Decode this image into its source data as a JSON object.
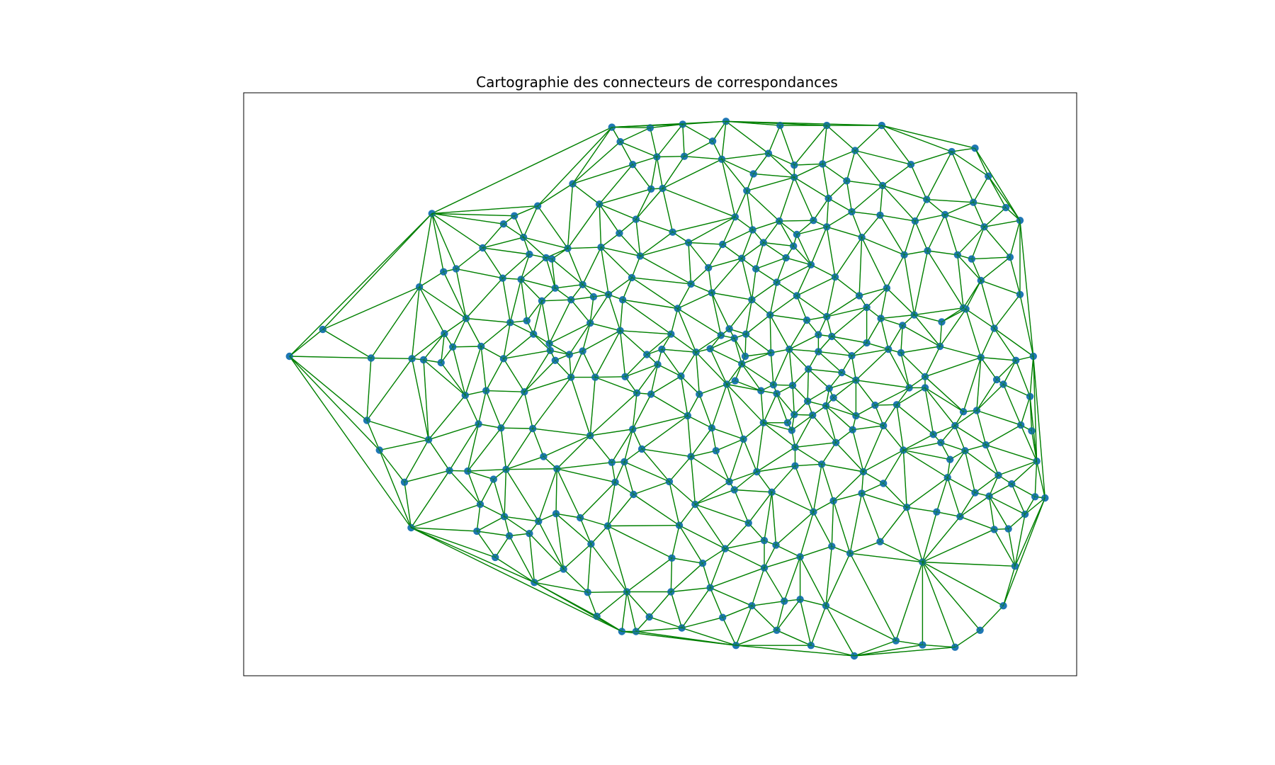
{
  "title": "Cartographie des connecteurs de correspondances",
  "colors": {
    "edge": "#008000",
    "node": "#1f77b4",
    "frame": "#000000",
    "background": "#ffffff"
  },
  "network": {
    "type": "triangulated-mesh",
    "node_shape": "circle",
    "axes_ticks": "none",
    "grid": false,
    "nodes": [
      [
        0.055,
        0.452
      ],
      [
        0.095,
        0.406
      ],
      [
        0.148,
        0.562
      ],
      [
        0.153,
        0.455
      ],
      [
        0.163,
        0.613
      ],
      [
        0.202,
        0.456
      ],
      [
        0.216,
        0.458
      ],
      [
        0.251,
        0.436
      ],
      [
        0.201,
        0.746
      ],
      [
        0.193,
        0.668
      ],
      [
        0.222,
        0.595
      ],
      [
        0.247,
        0.648
      ],
      [
        0.269,
        0.649
      ],
      [
        0.266,
        0.519
      ],
      [
        0.24,
        0.307
      ],
      [
        0.226,
        0.207
      ],
      [
        0.211,
        0.333
      ],
      [
        0.237,
        0.463
      ],
      [
        0.241,
        0.413
      ],
      [
        0.267,
        0.387
      ],
      [
        0.255,
        0.302
      ],
      [
        0.28,
        0.752
      ],
      [
        0.313,
        0.727
      ],
      [
        0.354,
        0.735
      ],
      [
        0.282,
        0.568
      ],
      [
        0.285,
        0.435
      ],
      [
        0.291,
        0.511
      ],
      [
        0.309,
        0.575
      ],
      [
        0.312,
        0.456
      ],
      [
        0.32,
        0.394
      ],
      [
        0.337,
        0.513
      ],
      [
        0.34,
        0.391
      ],
      [
        0.315,
        0.646
      ],
      [
        0.3,
        0.663
      ],
      [
        0.36,
        0.624
      ],
      [
        0.376,
        0.645
      ],
      [
        0.374,
        0.459
      ],
      [
        0.391,
        0.449
      ],
      [
        0.347,
        0.576
      ],
      [
        0.333,
        0.32
      ],
      [
        0.358,
        0.357
      ],
      [
        0.367,
        0.43
      ],
      [
        0.393,
        0.488
      ],
      [
        0.422,
        0.488
      ],
      [
        0.407,
        0.443
      ],
      [
        0.416,
        0.588
      ],
      [
        0.442,
        0.634
      ],
      [
        0.457,
        0.633
      ],
      [
        0.467,
        0.577
      ],
      [
        0.489,
        0.517
      ],
      [
        0.472,
        0.515
      ],
      [
        0.484,
        0.449
      ],
      [
        0.502,
        0.44
      ],
      [
        0.513,
        0.414
      ],
      [
        0.521,
        0.37
      ],
      [
        0.547,
        0.517
      ],
      [
        0.562,
        0.575
      ],
      [
        0.56,
        0.439
      ],
      [
        0.58,
        0.5
      ],
      [
        0.598,
        0.465
      ],
      [
        0.621,
        0.511
      ],
      [
        0.64,
        0.516
      ],
      [
        0.653,
        0.566
      ],
      [
        0.655,
        0.44
      ],
      [
        0.69,
        0.415
      ],
      [
        0.708,
        0.523
      ],
      [
        0.7,
        0.384
      ],
      [
        0.73,
        0.451
      ],
      [
        0.735,
        0.493
      ],
      [
        0.748,
        0.429
      ],
      [
        0.765,
        0.387
      ],
      [
        0.774,
        0.44
      ],
      [
        0.758,
        0.536
      ],
      [
        0.799,
        0.506
      ],
      [
        0.818,
        0.487
      ],
      [
        0.836,
        0.435
      ],
      [
        0.867,
        0.371
      ],
      [
        0.88,
        0.545
      ],
      [
        0.866,
        0.614
      ],
      [
        0.878,
        0.686
      ],
      [
        0.901,
        0.749
      ],
      [
        0.918,
        0.748
      ],
      [
        0.938,
        0.723
      ],
      [
        0.95,
        0.693
      ],
      [
        0.962,
        0.695
      ],
      [
        0.952,
        0.632
      ],
      [
        0.946,
        0.58
      ],
      [
        0.944,
        0.521
      ],
      [
        0.948,
        0.452
      ],
      [
        0.904,
        0.492
      ],
      [
        0.891,
        0.604
      ],
      [
        0.906,
        0.656
      ],
      [
        0.922,
        0.671
      ],
      [
        0.926,
        0.812
      ],
      [
        0.912,
        0.88
      ],
      [
        0.884,
        0.922
      ],
      [
        0.854,
        0.951
      ],
      [
        0.815,
        0.947
      ],
      [
        0.783,
        0.94
      ],
      [
        0.733,
        0.966
      ],
      [
        0.681,
        0.948
      ],
      [
        0.668,
        0.869
      ],
      [
        0.591,
        0.948
      ],
      [
        0.575,
        0.9
      ],
      [
        0.526,
        0.918
      ],
      [
        0.513,
        0.856
      ],
      [
        0.487,
        0.899
      ],
      [
        0.471,
        0.924
      ],
      [
        0.454,
        0.924
      ],
      [
        0.46,
        0.856
      ],
      [
        0.424,
        0.898
      ],
      [
        0.413,
        0.857
      ],
      [
        0.384,
        0.817
      ],
      [
        0.349,
        0.84
      ],
      [
        0.343,
        0.756
      ],
      [
        0.319,
        0.76
      ],
      [
        0.302,
        0.797
      ],
      [
        0.284,
        0.706
      ],
      [
        0.375,
        0.722
      ],
      [
        0.404,
        0.729
      ],
      [
        0.417,
        0.774
      ],
      [
        0.437,
        0.743
      ],
      [
        0.446,
        0.668
      ],
      [
        0.468,
        0.689
      ],
      [
        0.478,
        0.611
      ],
      [
        0.511,
        0.667
      ],
      [
        0.523,
        0.742
      ],
      [
        0.514,
        0.798
      ],
      [
        0.551,
        0.807
      ],
      [
        0.56,
        0.849
      ],
      [
        0.578,
        0.782
      ],
      [
        0.606,
        0.738
      ],
      [
        0.625,
        0.768
      ],
      [
        0.639,
        0.776
      ],
      [
        0.668,
        0.796
      ],
      [
        0.706,
        0.778
      ],
      [
        0.708,
        0.7
      ],
      [
        0.694,
        0.637
      ],
      [
        0.662,
        0.64
      ],
      [
        0.684,
        0.719
      ],
      [
        0.742,
        0.687
      ],
      [
        0.768,
        0.67
      ],
      [
        0.796,
        0.711
      ],
      [
        0.832,
        0.719
      ],
      [
        0.815,
        0.805
      ],
      [
        0.764,
        0.77
      ],
      [
        0.728,
        0.79
      ],
      [
        0.699,
        0.88
      ],
      [
        0.649,
        0.872
      ],
      [
        0.625,
        0.815
      ],
      [
        0.64,
        0.922
      ],
      [
        0.61,
        0.88
      ],
      [
        0.542,
        0.706
      ],
      [
        0.583,
        0.667
      ],
      [
        0.567,
        0.614
      ],
      [
        0.589,
        0.681
      ],
      [
        0.537,
        0.624
      ],
      [
        0.533,
        0.554
      ],
      [
        0.6,
        0.594
      ],
      [
        0.616,
        0.65
      ],
      [
        0.634,
        0.685
      ],
      [
        0.658,
        0.579
      ],
      [
        0.678,
        0.474
      ],
      [
        0.731,
        0.578
      ],
      [
        0.744,
        0.65
      ],
      [
        0.711,
        0.6
      ],
      [
        0.768,
        0.571
      ],
      [
        0.784,
        0.535
      ],
      [
        0.792,
        0.613
      ],
      [
        0.837,
        0.6
      ],
      [
        0.854,
        0.571
      ],
      [
        0.864,
        0.547
      ],
      [
        0.885,
        0.454
      ],
      [
        0.901,
        0.404
      ],
      [
        0.874,
        0.285
      ],
      [
        0.85,
        0.101
      ],
      [
        0.876,
        0.188
      ],
      [
        0.801,
        0.123
      ],
      [
        0.806,
        0.22
      ],
      [
        0.767,
        0.159
      ],
      [
        0.724,
        0.151
      ],
      [
        0.742,
        0.248
      ],
      [
        0.7,
        0.23
      ],
      [
        0.664,
        0.243
      ],
      [
        0.661,
        0.124
      ],
      [
        0.604,
        0.168
      ],
      [
        0.59,
        0.213
      ],
      [
        0.575,
        0.26
      ],
      [
        0.558,
        0.3
      ],
      [
        0.562,
        0.343
      ],
      [
        0.537,
        0.328
      ],
      [
        0.534,
        0.257
      ],
      [
        0.515,
        0.239
      ],
      [
        0.503,
        0.164
      ],
      [
        0.496,
        0.11
      ],
      [
        0.467,
        0.123
      ],
      [
        0.452,
        0.084
      ],
      [
        0.442,
        0.059
      ],
      [
        0.488,
        0.06
      ],
      [
        0.527,
        0.054
      ],
      [
        0.579,
        0.049
      ],
      [
        0.644,
        0.056
      ],
      [
        0.7,
        0.056
      ],
      [
        0.766,
        0.056
      ],
      [
        0.734,
        0.099
      ],
      [
        0.695,
        0.122
      ],
      [
        0.63,
        0.104
      ],
      [
        0.661,
        0.145
      ],
      [
        0.612,
        0.139
      ],
      [
        0.574,
        0.114
      ],
      [
        0.563,
        0.083
      ],
      [
        0.529,
        0.109
      ],
      [
        0.489,
        0.165
      ],
      [
        0.427,
        0.191
      ],
      [
        0.395,
        0.156
      ],
      [
        0.353,
        0.194
      ],
      [
        0.325,
        0.211
      ],
      [
        0.287,
        0.266
      ],
      [
        0.37,
        0.285
      ],
      [
        0.389,
        0.267
      ],
      [
        0.429,
        0.265
      ],
      [
        0.451,
        0.241
      ],
      [
        0.471,
        0.217
      ],
      [
        0.476,
        0.28
      ],
      [
        0.466,
        0.317
      ],
      [
        0.455,
        0.355
      ],
      [
        0.42,
        0.35
      ],
      [
        0.407,
        0.329
      ],
      [
        0.393,
        0.355
      ],
      [
        0.374,
        0.335
      ],
      [
        0.363,
        0.283
      ],
      [
        0.343,
        0.277
      ],
      [
        0.336,
        0.248
      ],
      [
        0.312,
        0.225
      ],
      [
        0.311,
        0.318
      ],
      [
        0.348,
        0.414
      ],
      [
        0.368,
        0.442
      ],
      [
        0.416,
        0.395
      ],
      [
        0.438,
        0.346
      ],
      [
        0.452,
        0.408
      ],
      [
        0.458,
        0.487
      ],
      [
        0.497,
        0.466
      ],
      [
        0.525,
        0.486
      ],
      [
        0.543,
        0.445
      ],
      [
        0.583,
        0.405
      ],
      [
        0.603,
        0.414
      ],
      [
        0.61,
        0.355
      ],
      [
        0.632,
        0.381
      ],
      [
        0.64,
        0.325
      ],
      [
        0.664,
        0.348
      ],
      [
        0.676,
        0.39
      ],
      [
        0.651,
        0.283
      ],
      [
        0.615,
        0.302
      ],
      [
        0.681,
        0.295
      ],
      [
        0.66,
        0.263
      ],
      [
        0.71,
        0.316
      ],
      [
        0.739,
        0.348
      ],
      [
        0.772,
        0.335
      ],
      [
        0.793,
        0.278
      ],
      [
        0.821,
        0.271
      ],
      [
        0.857,
        0.278
      ],
      [
        0.885,
        0.322
      ],
      [
        0.864,
        0.369
      ],
      [
        0.838,
        0.393
      ],
      [
        0.805,
        0.381
      ],
      [
        0.791,
        0.399
      ],
      [
        0.748,
        0.368
      ],
      [
        0.706,
        0.418
      ],
      [
        0.69,
        0.444
      ],
      [
        0.718,
        0.48
      ],
      [
        0.699,
        0.537
      ],
      [
        0.683,
        0.553
      ],
      [
        0.661,
        0.552
      ],
      [
        0.624,
        0.566
      ],
      [
        0.633,
        0.446
      ],
      [
        0.602,
        0.452
      ],
      [
        0.589,
        0.421
      ],
      [
        0.573,
        0.416
      ],
      [
        0.59,
        0.494
      ],
      [
        0.636,
        0.501
      ],
      [
        0.659,
        0.502
      ],
      [
        0.677,
        0.529
      ],
      [
        0.703,
        0.507
      ],
      [
        0.662,
        0.608
      ],
      [
        0.735,
        0.554
      ],
      [
        0.789,
        0.446
      ],
      [
        0.818,
        0.506
      ],
      [
        0.828,
        0.586
      ],
      [
        0.848,
        0.629
      ],
      [
        0.845,
        0.66
      ],
      [
        0.86,
        0.727
      ],
      [
        0.895,
        0.692
      ],
      [
        0.933,
        0.57
      ],
      [
        0.927,
        0.459
      ],
      [
        0.912,
        0.5
      ],
      [
        0.932,
        0.346
      ],
      [
        0.92,
        0.282
      ],
      [
        0.932,
        0.219
      ],
      [
        0.915,
        0.197
      ],
      [
        0.894,
        0.143
      ],
      [
        0.878,
        0.095
      ],
      [
        0.889,
        0.23
      ],
      [
        0.842,
        0.209
      ],
      [
        0.82,
        0.183
      ],
      [
        0.764,
        0.21
      ],
      [
        0.73,
        0.204
      ],
      [
        0.702,
        0.181
      ],
      [
        0.684,
        0.219
      ],
      [
        0.611,
        0.235
      ],
      [
        0.643,
        0.22
      ],
      [
        0.624,
        0.257
      ],
      [
        0.598,
        0.284
      ]
    ]
  }
}
